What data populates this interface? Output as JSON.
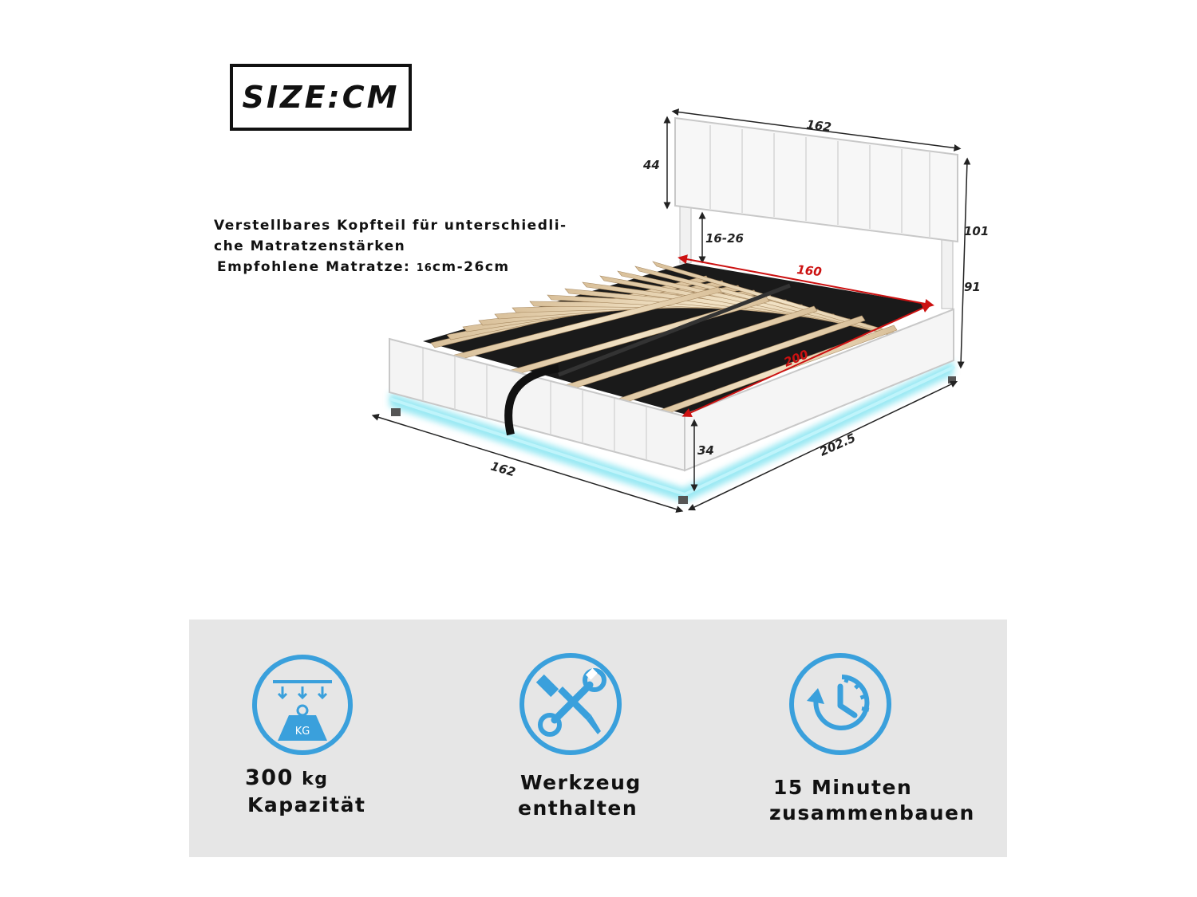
{
  "header": {
    "size_label": "SIZE:CM"
  },
  "note": {
    "line1": "Verstellbares Kopfteil für unterschiedli-",
    "line2": "che Matratzenstärken",
    "line3_prefix": "Empfohlene Matratze:",
    "line3_min": "16",
    "line3_rest": "cm-26cm"
  },
  "dimensions": {
    "headboard_width": "162",
    "headboard_height": "44",
    "total_height": "101",
    "height_91": "91",
    "adjust_range": "16-26",
    "mattress_width": "160",
    "mattress_length": "200",
    "frame_height": "34",
    "frame_width": "162",
    "frame_length": "202.5"
  },
  "features": [
    {
      "icon": "weight-kg-icon",
      "icon_text": "KG",
      "value": "300",
      "unit": "kg",
      "label": "Kapazität"
    },
    {
      "icon": "tools-icon",
      "line1": "Werkzeug",
      "line2": "enthalten"
    },
    {
      "icon": "clock-assembly-icon",
      "line1": "15 Minuten",
      "line2": "zusammenbauen"
    }
  ],
  "colors": {
    "icon_blue": "#3aa0dc",
    "led_glow": "#8ee6f2",
    "panel_bg": "#e6e6e6",
    "dimension_red": "#cc1111"
  }
}
